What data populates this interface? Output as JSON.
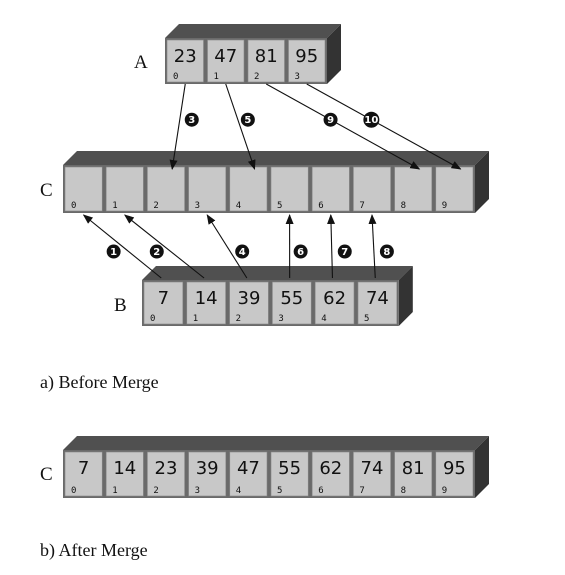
{
  "arrays": {
    "A": {
      "label": "A",
      "values": [
        "23",
        "47",
        "81",
        "95"
      ],
      "indices": [
        "0",
        "1",
        "2",
        "3"
      ]
    },
    "B": {
      "label": "B",
      "values": [
        "7",
        "14",
        "39",
        "55",
        "62",
        "74"
      ],
      "indices": [
        "0",
        "1",
        "2",
        "3",
        "4",
        "5"
      ]
    },
    "C_before": {
      "label": "C",
      "values": [
        "",
        "",
        "",
        "",
        "",
        "",
        "",
        "",
        "",
        ""
      ],
      "indices": [
        "0",
        "1",
        "2",
        "3",
        "4",
        "5",
        "6",
        "7",
        "8",
        "9"
      ]
    },
    "C_after": {
      "label": "C",
      "values": [
        "7",
        "14",
        "23",
        "39",
        "47",
        "55",
        "62",
        "74",
        "81",
        "95"
      ],
      "indices": [
        "0",
        "1",
        "2",
        "3",
        "4",
        "5",
        "6",
        "7",
        "8",
        "9"
      ]
    }
  },
  "moves": [
    {
      "step": "1",
      "from": "B",
      "from_index": 0,
      "to_index": 0
    },
    {
      "step": "2",
      "from": "B",
      "from_index": 1,
      "to_index": 1
    },
    {
      "step": "3",
      "from": "A",
      "from_index": 0,
      "to_index": 2
    },
    {
      "step": "4",
      "from": "B",
      "from_index": 2,
      "to_index": 3
    },
    {
      "step": "5",
      "from": "A",
      "from_index": 1,
      "to_index": 4
    },
    {
      "step": "6",
      "from": "B",
      "from_index": 3,
      "to_index": 5
    },
    {
      "step": "7",
      "from": "B",
      "from_index": 4,
      "to_index": 6
    },
    {
      "step": "8",
      "from": "B",
      "from_index": 5,
      "to_index": 7
    },
    {
      "step": "9",
      "from": "A",
      "from_index": 2,
      "to_index": 8
    },
    {
      "step": "10",
      "from": "A",
      "from_index": 3,
      "to_index": 9
    }
  ],
  "captions": {
    "before": "a) Before Merge",
    "after": "b) After Merge"
  },
  "colors": {
    "cell_fill": "#c8c8c8",
    "box_top": "#505050",
    "box_side": "#333333",
    "arrow": "#111111",
    "step_badge": "#111111"
  }
}
